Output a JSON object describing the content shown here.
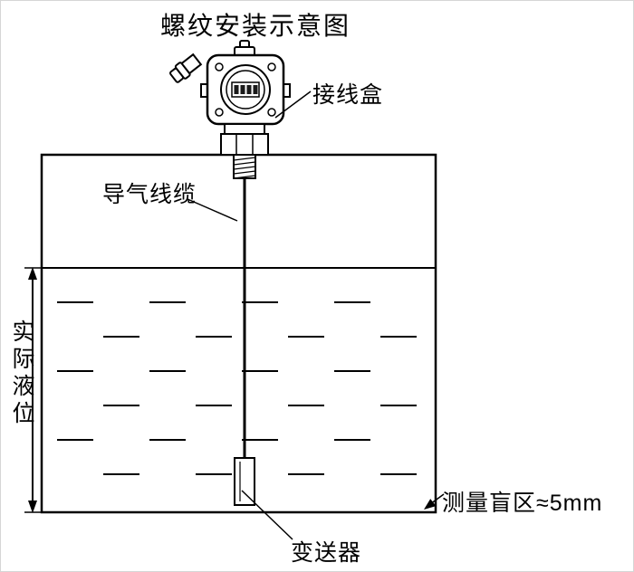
{
  "diagram": {
    "title": "螺纹安装示意图",
    "labels": {
      "junction_box": "接线盒",
      "air_cable": "导气线缆",
      "actual_level": "实际液位",
      "blind_zone": "测量盲区≈5mm",
      "transmitter": "变送器"
    }
  },
  "colors": {
    "line": "#000000",
    "background": "#ffffff",
    "lcd_digit": "#1a1a1a"
  }
}
